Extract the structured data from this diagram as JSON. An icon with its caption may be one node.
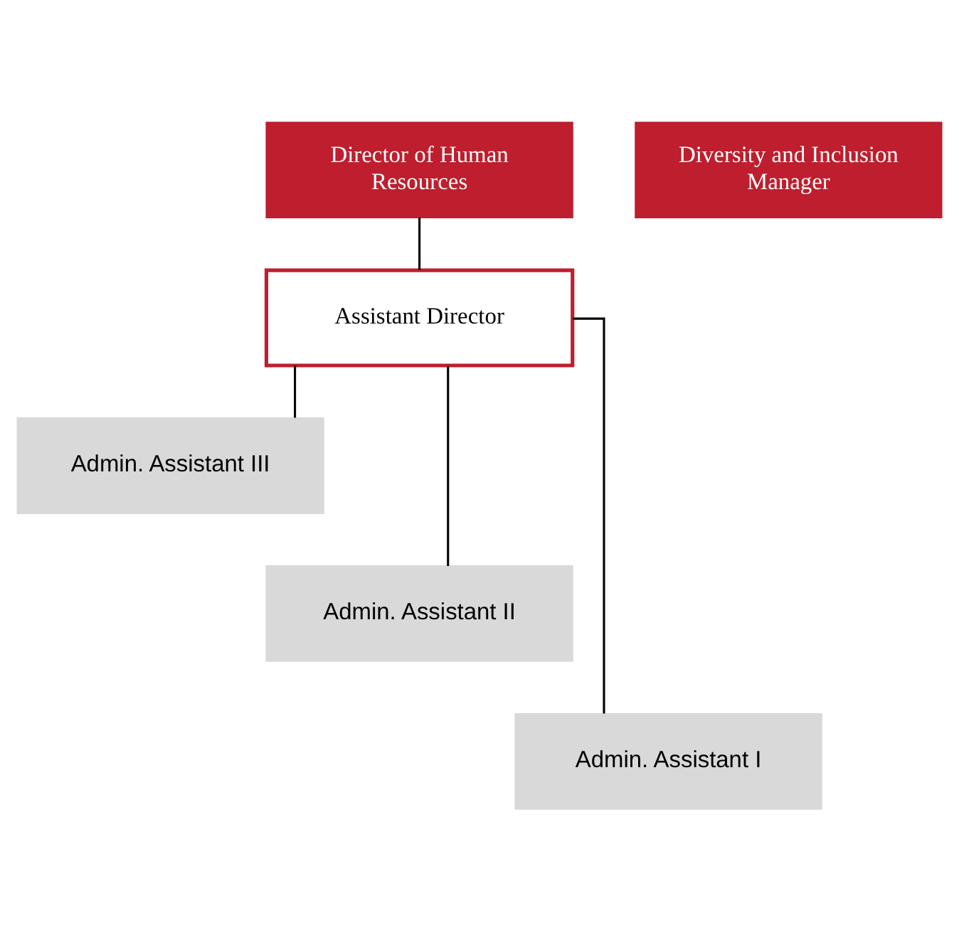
{
  "diagram": {
    "nodes": [
      {
        "text": [
          "Director of Human Resources"
        ]
      },
      {
        "text": [
          "Diversity and Inclusion Manager"
        ]
      },
      {
        "text": [
          "Assistant Director"
        ]
      },
      {
        "text": [
          "Admin. Assistant III"
        ]
      },
      {
        "text": [
          "Admin. Assistant II"
        ]
      },
      {
        "text": [
          "Admin. Assistant I"
        ]
      }
    ],
    "edges": [
      {
        "from": 0,
        "to": 2,
        "arrow": "none"
      },
      {
        "from": 2,
        "to": 3,
        "arrow": "none"
      },
      {
        "from": 2,
        "to": 4,
        "arrow": "none"
      },
      {
        "from": 2,
        "to": 5,
        "arrow": "none"
      }
    ]
  }
}
